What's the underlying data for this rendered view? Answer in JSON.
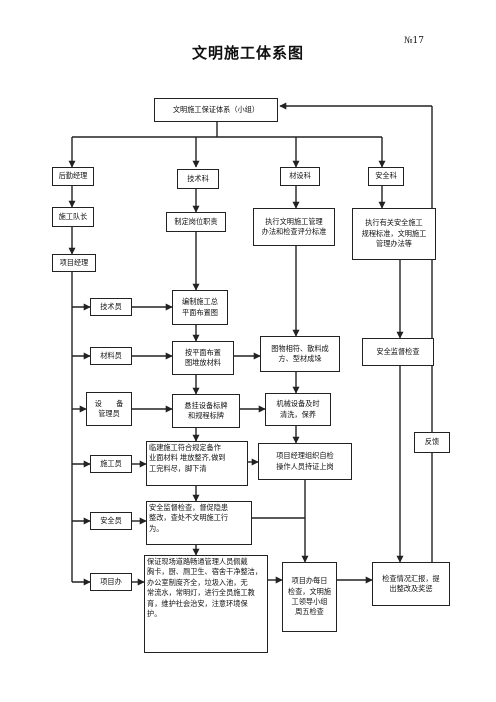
{
  "page_number": "№17",
  "title": "文明施工体系图",
  "nodes": {
    "top": "文明施工保证体系（小组）",
    "logistics": "后勤经理",
    "tech_dept": "技术科",
    "material_dept": "材设科",
    "safety_dept": "安全科",
    "team_leader": "施工队长",
    "duties": "制定岗位职责",
    "mgmt_method": "执行文明施工管理\n办法和检查评分标准",
    "safety_rules": "执行有关安全施工\n规程标准，文明施工\n管理办法等",
    "project_manager": "项目经理",
    "technician": "技术员",
    "plan_layout": "编制施工总\n平面布置图",
    "material_staff": "材料员",
    "stack_materials": "按平面布置\n图堆放材料",
    "material_stack": "图物相符、散料成\n方、型材成垛",
    "safety_supervise": "安全监督检查",
    "equipment_staff": "设　　备\n管理员",
    "equip_signs": "悬挂设备标牌\n和规程标牌",
    "equip_clean": "机械设备及时\n清洗，保养",
    "feedback": "反馈",
    "foreman": "施工员",
    "temp_facilities": "临建施工符合规定备作\n业面材料  堆放整齐,做到\n工完料尽，脚下清",
    "pm_self_check": "项目经理组织自检\n操作人员持证上岗",
    "safety_officer": "安全员",
    "safety_check": "安全监督检查，督促隐患\n整改，查处不文明施工行\n为。",
    "project_office": "项目办",
    "office_duties": "保证现场道路畅通管理人员佩戴\n胸卡，厨、厕卫生、宿舍干净整洁，\n办公室制度齐全，垃圾入池，无\n常流水，常明灯，进行全员施工教\n育，维护社会治安，注意环境保\n护。",
    "daily_check": "项目办每日\n检查，文明施\n工领导小组\n周五检查",
    "summary": "检查情况汇报，提\n出整改及奖惩"
  }
}
